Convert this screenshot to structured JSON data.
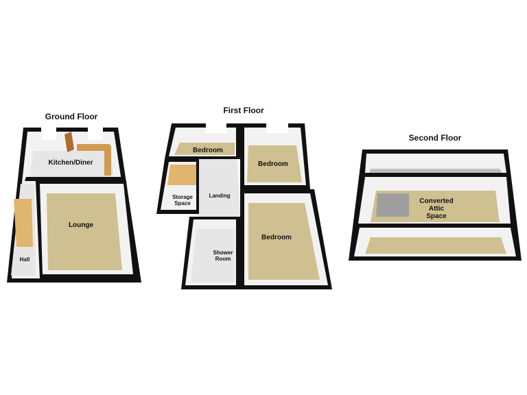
{
  "floors": {
    "ground": {
      "title": "Ground Floor",
      "rooms": {
        "kitchen": "Kitchen/Diner",
        "lounge": "Lounge",
        "hall": "Hall"
      }
    },
    "first": {
      "title": "First Floor",
      "rooms": {
        "bedroom_top_left": "Bedroom",
        "bedroom_top_right": "Bedroom",
        "storage_line1": "Storage",
        "storage_line2": "Space",
        "landing": "Landing",
        "shower_line1": "Shower",
        "shower_line2": "Room",
        "bedroom_large": "Bedroom"
      }
    },
    "second": {
      "title": "Second Floor",
      "rooms": {
        "attic_line1": "Converted",
        "attic_line2": "Attic",
        "attic_line3": "Space"
      }
    }
  },
  "colors": {
    "wall": "#111111",
    "carpet": "#cfc091",
    "tile": "#e6e6e6",
    "wall_face": "#f2f2f2"
  }
}
